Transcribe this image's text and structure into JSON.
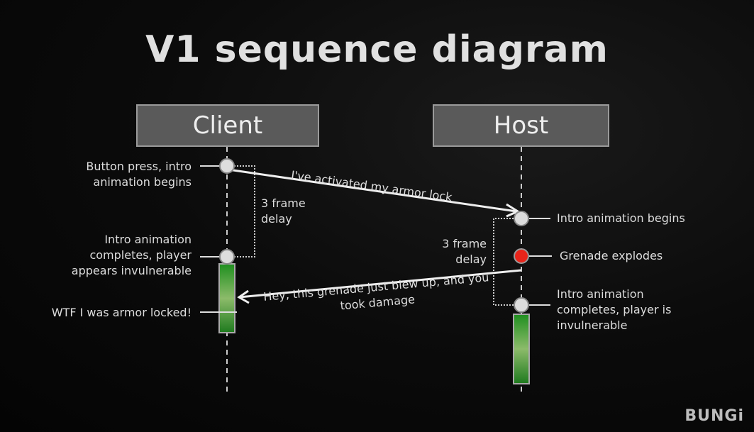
{
  "title": "V1 sequence diagram",
  "lanes": {
    "client": "Client",
    "host": "Host"
  },
  "client_events": {
    "button_press": "Button press, intro animation begins",
    "intro_complete": "Intro animation completes, player appears invulnerable",
    "wtf": "WTF I was armor locked!",
    "delay": "3 frame delay"
  },
  "host_events": {
    "intro_begins": "Intro animation begins",
    "grenade": "Grenade explodes",
    "intro_complete": "Intro animation completes, player is invulnerable",
    "delay": "3 frame delay"
  },
  "messages": {
    "to_host": "I've activated my armor lock",
    "to_client": "Hey, this grenade just blew up, and you took damage"
  },
  "colors": {
    "grenade": "#e8241a",
    "invulnerable": "#2e9a2e"
  },
  "logo": "BUNGi"
}
